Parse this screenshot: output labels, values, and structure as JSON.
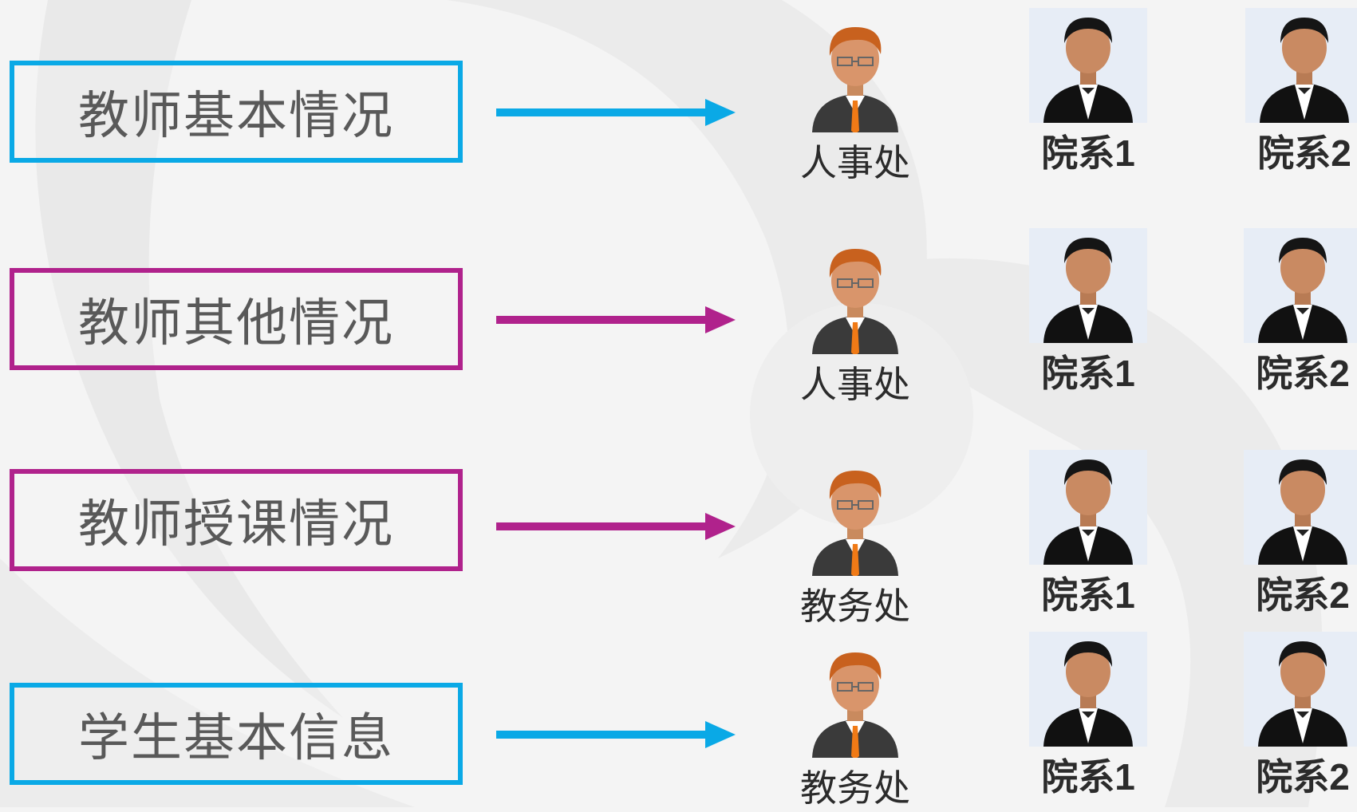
{
  "rows": [
    {
      "label": "教师基本情况",
      "color": "#0aa9e6",
      "office": "人事处",
      "dept1": "院系1",
      "dept2": "院系2"
    },
    {
      "label": "教师其他情况",
      "color": "#b0228c",
      "office": "人事处",
      "dept1": "院系1",
      "dept2": "院系2"
    },
    {
      "label": "教师授课情况",
      "color": "#b0228c",
      "office": "教务处",
      "dept1": "院系1",
      "dept2": "院系2"
    },
    {
      "label": "学生基本信息",
      "color": "#0aa9e6",
      "office": "教务处",
      "dept1": "院系1",
      "dept2": "院系2"
    }
  ],
  "icons": {
    "office": "office-manager-icon",
    "department": "department-person-icon"
  }
}
